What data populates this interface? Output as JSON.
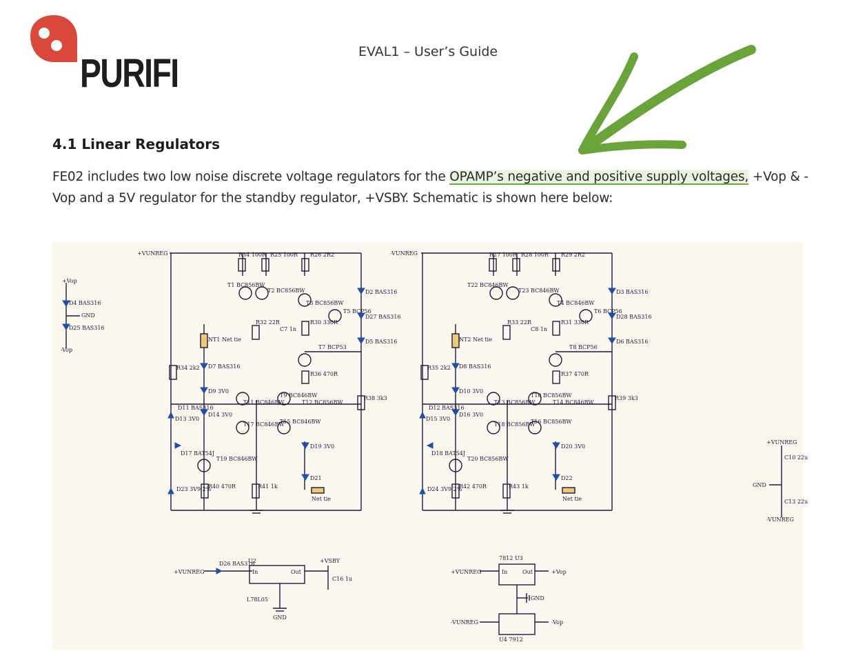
{
  "header": {
    "brand": "PURIFI",
    "doc_title": "EVAL1 – User’s Guide"
  },
  "section": {
    "heading": "4.1  Linear Regulators",
    "text_before": "FE02 includes two low noise discrete voltage regulators for the ",
    "text_highlight": "OPAMP’s negative and positive supply voltages,",
    "text_after": " +Vop & -Vop and a 5V regulator for the standby regulator, +VSBY. Schematic is shown here below:"
  },
  "annotation": {
    "arrow_color": "#6aa33a",
    "highlight_color": "#e9f3df"
  },
  "colors": {
    "logo_red": "#d9483b",
    "schematic_bg": "#fbf7ee",
    "wire": "#1a1a3a",
    "diode": "#1f4fa8"
  },
  "schematic": {
    "rails": [
      "+VUNREG",
      "-VUNREG",
      "+Vop",
      "-Vop",
      "GND",
      "+VSBY"
    ],
    "left_regulator": {
      "resistors": [
        "R34 100R",
        "R25 100R",
        "R26 2R2",
        "R32 22R",
        "R30 330R",
        "R36 470R",
        "R34 2k2",
        "R38 3k3",
        "R40 470R",
        "R41 1k"
      ],
      "transistors": [
        "T1 BC856BW",
        "T2 BC856BW",
        "T3 BC856BW",
        "T5 BCP56",
        "T7 BCP53",
        "T9 BC846BW",
        "T11 BC846BW",
        "T12 BC856BW",
        "T15 BC846BW",
        "T17 BC846BW",
        "T19 BC846BW"
      ],
      "diodes": [
        "D2 BAS316",
        "D27 BAS316",
        "D5 BAS316",
        "D7 BAS316",
        "D9 3V0",
        "D11 BAS316",
        "D13 3V0",
        "D14 3V0",
        "D17 BAT54J",
        "D19 3V0",
        "D21",
        "D23 3V9 2%"
      ],
      "misc": [
        "C7 1n",
        "NT1 Net tie",
        "Net tie"
      ]
    },
    "right_regulator": {
      "resistors": [
        "R27 100R",
        "R28 100R",
        "R29 2R2",
        "R33 22R",
        "R31 330R",
        "R37 470R",
        "R35 2k2",
        "R39 3k3",
        "R42 470R",
        "R43 1k"
      ],
      "transistors": [
        "T22 BC846BW",
        "T23 BC846BW",
        "T4 BC846BW",
        "T6 BCP56",
        "T8 BCP56",
        "T10 BC856BW",
        "T13 BC856BW",
        "T14 BC846BW",
        "T16 BC856BW",
        "T18 BC856BW",
        "T20 BC856BW"
      ],
      "diodes": [
        "D3 BAS316",
        "D28 BAS316",
        "D6 BAS316",
        "D8 BAS316",
        "D10 3V0",
        "D12 BAS316",
        "D15 3V0",
        "D16 3V0",
        "D18 BAT54J",
        "D20 3V0",
        "D22",
        "D24 3V9 2%"
      ],
      "misc": [
        "C8 1n",
        "NT2 Net tie",
        "Net tie"
      ]
    },
    "side_left": [
      "+Vop",
      "D4 BAS316",
      "GND",
      "D25 BAS316",
      "-Vop"
    ],
    "side_right": [
      "+VUNREG",
      "C10 22u",
      "GND",
      "C13 22u",
      "-VUNREG"
    ],
    "vsby": [
      "+VUNREG",
      "D26 BAS316",
      "U2",
      "In",
      "Out",
      "+VSBY",
      "C16 1u",
      "L78L05",
      "GND"
    ],
    "linear": [
      "+VUNREG",
      "7812 U3",
      "In",
      "Out",
      "+Vop",
      "GND",
      "-VUNREG",
      "U4 7912",
      "-Vop"
    ]
  }
}
